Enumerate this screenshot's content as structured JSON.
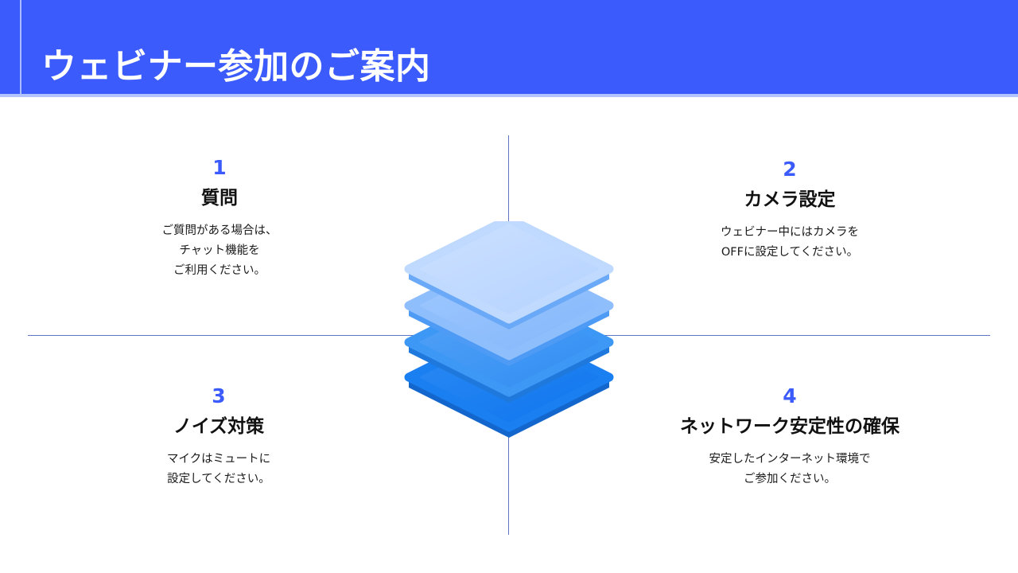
{
  "header": {
    "title": "ウェビナー参加のご案内",
    "background_color": "#3b5bfc",
    "accent_color": "#a9bcfb",
    "title_color": "#ffffff"
  },
  "theme": {
    "accent_blue": "#3b5bfc",
    "divider_color": "#5f74c2",
    "page_background": "#ffffff",
    "body_text_color": "#1a1a1a",
    "title_text_color": "#111111"
  },
  "quadrants": [
    {
      "number": "1",
      "title": "質問",
      "body_lines": [
        "ご質問がある場合は、",
        "チャット機能を",
        "ご利用ください。"
      ]
    },
    {
      "number": "2",
      "title": "カメラ設定",
      "body_lines": [
        "ウェビナー中にはカメラを",
        "OFFに設定してください。"
      ]
    },
    {
      "number": "3",
      "title": "ノイズ対策",
      "body_lines": [
        "マイクはミュートに",
        "設定してください。"
      ]
    },
    {
      "number": "4",
      "title": "ネットワーク安定性の確保",
      "body_lines": [
        "安定したインターネット環境で",
        "ご参加ください。"
      ]
    }
  ],
  "graphic": {
    "name": "stacked-layers-diagram",
    "layer_count": 4,
    "layers": [
      {
        "index": 1,
        "face_color": "#bfd9ff",
        "edge_color": "#6aa9f7"
      },
      {
        "index": 2,
        "face_color": "#8fbefc",
        "edge_color": "#4e9bf5"
      },
      {
        "index": 3,
        "face_color": "#3d97f5",
        "edge_color": "#1f78dc"
      },
      {
        "index": 4,
        "face_color": "#1a7ff0",
        "edge_color": "#1266cc"
      }
    ]
  }
}
